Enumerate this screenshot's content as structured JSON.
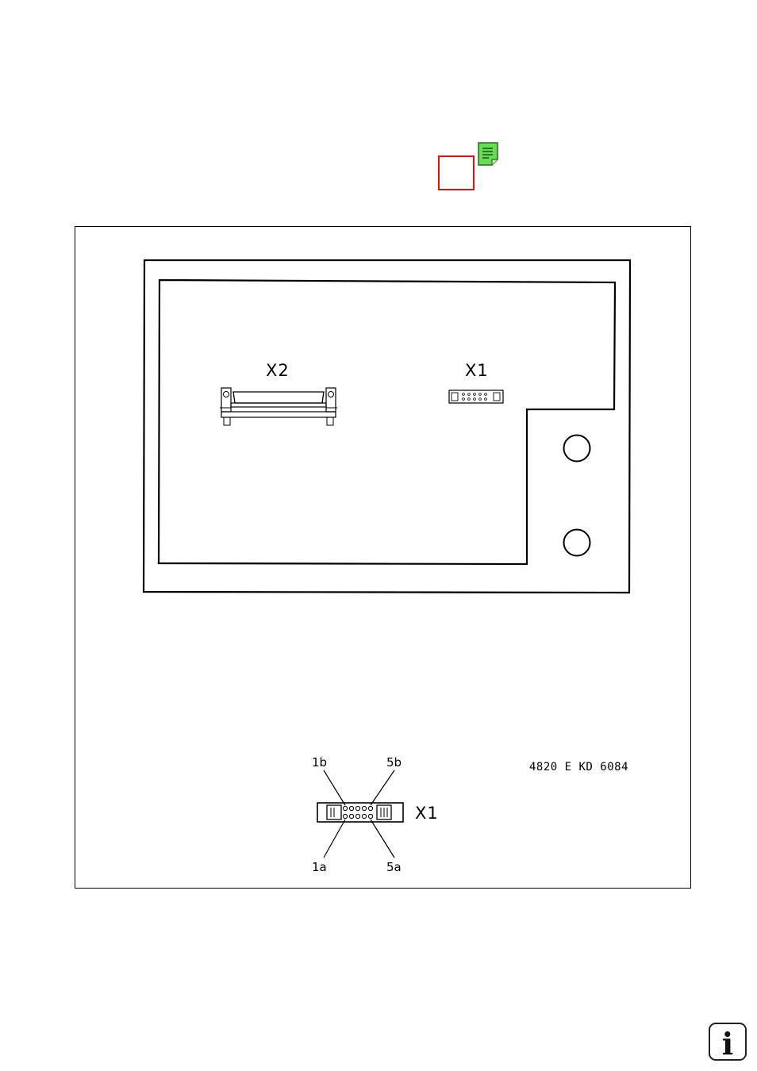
{
  "figure": {
    "board_connectors": {
      "x2_label": "X2",
      "x1_label": "X1"
    },
    "pinout_detail": {
      "connector_label": "X1",
      "pin_labels": {
        "top_left": "1b",
        "top_right": "5b",
        "bottom_left": "1a",
        "bottom_right": "5a"
      }
    },
    "drawing_number": "4820 E KD 6084"
  },
  "icons": {
    "annotation": "note-icon",
    "info": "info-icon"
  },
  "colors": {
    "highlight_box": "#e01010",
    "note_icon": "#66dd55"
  },
  "info_button": {
    "glyph": "i"
  }
}
